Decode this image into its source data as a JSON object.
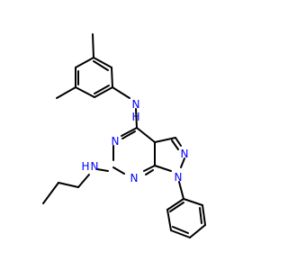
{
  "molecule": {
    "atoms": [
      {
        "id": "N_amino1",
        "symbol": "N",
        "color": "#0000ff",
        "h": "H",
        "h_pos": "below"
      },
      {
        "id": "N_amino2",
        "symbol": "N",
        "color": "#0000ff",
        "h": "H",
        "h_pos": "left"
      },
      {
        "id": "N_ring5",
        "symbol": "N",
        "color": "#0000ff"
      },
      {
        "id": "N_ring7",
        "symbol": "N",
        "color": "#0000ff"
      },
      {
        "id": "N_pyraz",
        "symbol": "N",
        "color": "#0000ff"
      },
      {
        "id": "N_phenyl",
        "symbol": "N",
        "color": "#0000ff"
      }
    ],
    "bond_color": "#000000"
  }
}
